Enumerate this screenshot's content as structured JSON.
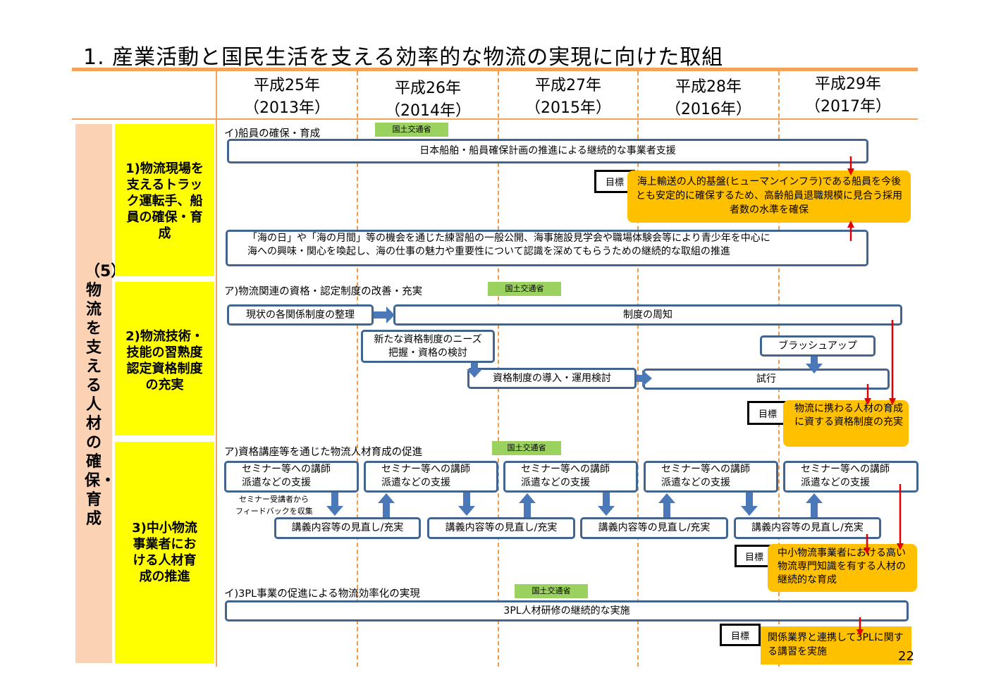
{
  "title": "1. 産業活動と国民生活を支える効率的な物流の実現に向けた取組",
  "years": [
    {
      "era": "平成25年",
      "ad": "（2013年）"
    },
    {
      "era": "平成26年",
      "ad": "（2014年）"
    },
    {
      "era": "平成27年",
      "ad": "（2015年）"
    },
    {
      "era": "平成28年",
      "ad": "（2016年）"
    },
    {
      "era": "平成29年",
      "ad": "（2017年）"
    }
  ],
  "sidebar": {
    "label": "（5）物流を支える人材の確保・育成"
  },
  "categories": [
    "1)物流現場を支えるトラック運転手、船員の確保・育成",
    "2)物流技術・技能の習熟度認定資格制度の充実",
    "3)中小物流事業者における人材育成の推進"
  ],
  "ministry": "国土交通省",
  "goal_label": "目標",
  "block1": {
    "heading": "イ)船員の確保・育成",
    "bar1": "日本船舶・船員確保計画の推進による継続的な事業者支援",
    "goal": "海上輸送の人的基盤(ヒューマンインフラ)である船員を今後とも安定的に確保するため、高齢船員退職規模に見合う採用者数の水準を確保",
    "bar2_line1": "「海の日」や「海の月間」等の機会を通じた練習船の一般公開、海事施設見学会や職場体験会等により青少年を中心に",
    "bar2_line2": "海への興味・関心を喚起し、海の仕事の魅力や重要性について認識を深めてもらうための継続的な取組の推進"
  },
  "block2": {
    "heading": "ア)物流関連の資格・認定制度の改善・充実",
    "review": "現状の各関係制度の整理",
    "publicize": "制度の周知",
    "needs_line1": "新たな資格制度のニーズ",
    "needs_line2": "把握・資格の検討",
    "brushup": "ブラッシュアップ",
    "intro": "資格制度の導入・運用検討",
    "trial": "試行",
    "goal": "物流に携わる人材の育成に資する資格制度の充実"
  },
  "block3": {
    "heading": "ア)資格講座等を通じた物流人材育成の促進",
    "seminar_line1": "セミナー等への講師",
    "seminar_line2": "派遣などの支援",
    "feedback_line1": "セミナー受講者から",
    "feedback_line2": "フィードバックを収集",
    "review": "講義内容等の見直し/充実",
    "goal": "中小物流事業者における高い物流専門知識を有する人材の継続的な育成"
  },
  "block4": {
    "heading": "イ)3PL事業の促進による物流効率化の実現",
    "bar": "3PL人材研修の継続的な実施",
    "goal": "関係業界と連携して3PLに関する講習を実施"
  },
  "page_number": "22"
}
